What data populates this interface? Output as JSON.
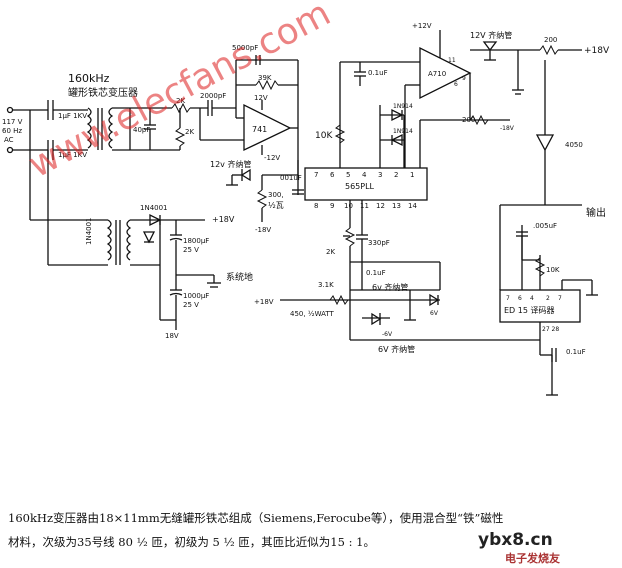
{
  "diagram": {
    "transformer_title": "160kHz",
    "transformer_subtitle": "罐形铁芯变压器",
    "labels": {
      "ac_in_v": "117 V",
      "ac_in_f": "60 Hz",
      "ac_in_ac": "AC",
      "cap1": "1μF 1KV",
      "cap2": "1μF 1KV",
      "cap40p": "40pF",
      "r2k_a": "2K",
      "r2k_b": "2K",
      "c2000p": "2000pF",
      "c5000p": "5000pF",
      "r39k": "39K",
      "plus12v_a": "12V",
      "opamp741": "741",
      "minus12v_a": "-12V",
      "zener12": "12v 齐纳管",
      "r300": "300,",
      "half_watt": "½瓦",
      "minus18v_a": "-18V",
      "diode_1n4001_a": "1N4001",
      "diode_1n4001_b": "1N4001",
      "c1800": "1800μF",
      "v25_a": "25 V",
      "plus18v_a": "+18V",
      "ground_sys": "系统地",
      "c1000": "1000μF",
      "v25_b": "25 V",
      "minus18v_b": "18V",
      "c01uf_a": "0.1uF",
      "r10k_a": "10K",
      "c001uf": "001uF",
      "pll_chip": "565PLL",
      "pins_top": [
        "7",
        "6",
        "5",
        "4",
        "3",
        "2",
        "1"
      ],
      "pins_bottom": [
        "8",
        "9",
        "10",
        "11",
        "12",
        "13",
        "14"
      ],
      "d1n914_a": "1N914",
      "d1n914_b": "1N914",
      "r2k_pot": "2K",
      "c330": "330pF",
      "r31k": "3.1K",
      "c01uf_b": "0.1uF",
      "zener6_label": "6v 齐纳管",
      "v6v": "6V",
      "plus18v_b": "+18V",
      "r450": "450, ½WATT",
      "minus6v": "-6V",
      "zener6b_label": "6V 齐纳管",
      "plus12v_b": "+12V",
      "a710": "A710",
      "pin11": "11",
      "pin6": "6",
      "pin9": "9",
      "zener12b_label": "12V 齐纳管",
      "r200_a": "200",
      "plus18v_c": "+18V",
      "r200_b": "200",
      "minus18v_c": "-18V",
      "ic4050": "4050",
      "output": "输出",
      "c005uf": ".005uF",
      "r10k_b": "10K",
      "decoder_pins": [
        "7",
        "6",
        "4",
        "2",
        "7"
      ],
      "decoder": "ED  15 译码器",
      "pin2728": "27 28",
      "c01uf_c": "0.1uF"
    }
  },
  "caption": {
    "line1": "160kHz变压器由18×11mm无缝罐形铁芯组成（Siemens,Ferocube等），使用混合型“铁”磁性",
    "line2": "材料，次级为35号线 80 ½ 匝，初级为 5 ½ 匝，其匝比近似为15 : 1。"
  },
  "watermark": {
    "site_red": "www.elecfans.com",
    "site_url": "ybx8.cn",
    "brand": "电子发烧友"
  }
}
